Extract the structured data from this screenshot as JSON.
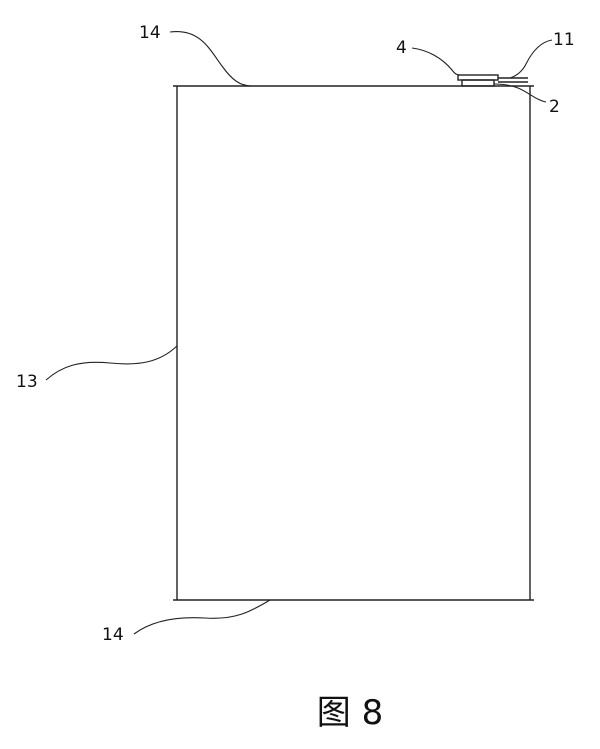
{
  "figure": {
    "caption": "图 8"
  },
  "labels": {
    "label_14_top": "14",
    "label_14_bottom": "14",
    "label_13": "13",
    "label_4": "4",
    "label_11": "11",
    "label_2": "2"
  }
}
